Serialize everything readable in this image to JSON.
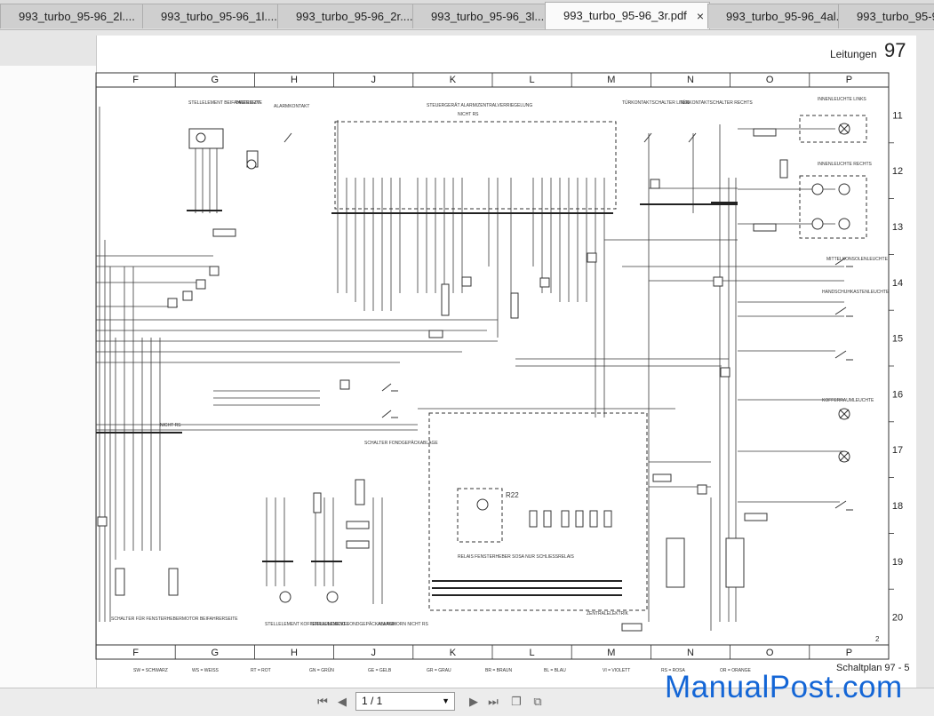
{
  "tabs": [
    {
      "label": "993_turbo_95-96_2l...."
    },
    {
      "label": "993_turbo_95-96_1l...."
    },
    {
      "label": "993_turbo_95-96_2r...."
    },
    {
      "label": "993_turbo_95-96_3l...."
    },
    {
      "label": "993_turbo_95-96_3r.pdf",
      "active": true
    },
    {
      "label": "993_turbo_95-96_4al..."
    },
    {
      "label": "993_turbo_95-9"
    }
  ],
  "close_glyph": "×",
  "page": {
    "header_label": "Leitungen",
    "header_number": "97",
    "footer_label": "Schaltplan 97 - 5",
    "corner_number": "2"
  },
  "grid": {
    "columns": [
      "F",
      "G",
      "H",
      "J",
      "K",
      "L",
      "M",
      "N",
      "O",
      "P"
    ],
    "rows": [
      "11",
      "12",
      "13",
      "14",
      "15",
      "16",
      "17",
      "18",
      "19",
      "20"
    ]
  },
  "labels": {
    "stellelement_bf": "STELLELEMENT BEIFAHRERSEITE",
    "taster": "TASTER ZV",
    "alarmkontakt": "ALARMKONTAKT",
    "steuergeraet": "STEUERGERÄT ALARM/ZENTRALVERRIEGELUNG",
    "steuergeraet_sub": "NICHT RS",
    "tuerkontakt_links": "TÜRKONTAKTSCHALTER LINKS",
    "tuerkontakt_rechts": "TÜRKONTAKTSCHALTER RECHTS",
    "innenleuchte": "INNENLEUCHTE LINKS",
    "innenleuchte_r": "INNENLEUCHTE RECHTS",
    "mittelkonsole": "MITTELKONSOLENLEUCHTE",
    "handschuh": "HANDSCHUHKASTENLEUCHTE",
    "koffer": "KOFFERRAUMLEUCHTE",
    "relay": "R22",
    "relais": "RELAIS FENSTERHEBER SOSA NUR SCHLIESSRELAIS",
    "zentralelektrik": "ZENTRALELEKTRIK",
    "schalter_fh": "SCHALTER FÜR FENSTERHEBERMOTOR BEIFAHRERSEITE",
    "stell_kofferraum": "STELLELEMENT KOFFERRAUMDECKEL",
    "stell_klappe": "STELLELEMENT FONDGEPÄCKABLAGE",
    "alarmhorn": "ALARMHORN NICHT RS",
    "schalter_fond": "SCHALTER FONDGEPÄCKABLAGE",
    "nicht_rs": "NICHT RS"
  },
  "legend": [
    "SW = SCHWARZ",
    "WS = WEISS",
    "RT = ROT",
    "GN = GRÜN",
    "GE = GELB",
    "GR = GRAU",
    "BR = BRAUN",
    "BL = BLAU",
    "VI = VIOLETT",
    "RS = ROSA",
    "OR = ORANGE"
  ],
  "toolbar": {
    "page_indicator": "1 / 1",
    "first_icon": "first-page-icon",
    "prev_icon": "prev-page-icon",
    "next_icon": "next-page-icon",
    "last_icon": "last-page-icon"
  },
  "watermark": "ManualPost.com",
  "colors": {
    "tab_active": "#fafafa",
    "tab_inactive": "#cfcfcf",
    "watermark_blue": "#1466d6",
    "diagram_line": "#333333"
  }
}
